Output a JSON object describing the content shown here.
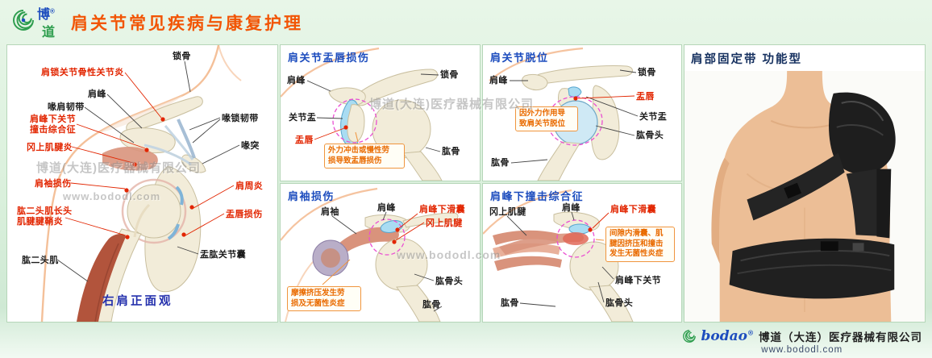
{
  "page": {
    "title": "肩关节常见疾病与康复护理",
    "accent_color": "#f25505",
    "bg_color": "#daf0dc"
  },
  "logo": {
    "char_top": "博",
    "char_bottom": "道",
    "reg": "®"
  },
  "watermarks": {
    "company": "博道(大连)医疗器械有限公司",
    "website": "www.bododl.com"
  },
  "main_panel": {
    "caption": "右肩正面观",
    "labels": [
      {
        "text": "锁骨",
        "type": "black"
      },
      {
        "text": "肩锁关节骨性关节炎",
        "type": "red"
      },
      {
        "text": "肩峰",
        "type": "black"
      },
      {
        "text": "喙肩韧带",
        "type": "black"
      },
      {
        "text": "肩峰下关节\n撞击综合征",
        "type": "red"
      },
      {
        "text": "喙锁韧带",
        "type": "black"
      },
      {
        "text": "冈上肌腱炎",
        "type": "red"
      },
      {
        "text": "喙突",
        "type": "black"
      },
      {
        "text": "肩袖损伤",
        "type": "red"
      },
      {
        "text": "肩周炎",
        "type": "red"
      },
      {
        "text": "肱二头肌长头\n肌腱腱鞘炎",
        "type": "red"
      },
      {
        "text": "盂唇损伤",
        "type": "red"
      },
      {
        "text": "肱二头肌",
        "type": "black"
      },
      {
        "text": "盂肱关节囊",
        "type": "black"
      }
    ]
  },
  "panel_labrum": {
    "title": "肩关节盂唇损伤",
    "labels": [
      {
        "text": "肩峰",
        "type": "black"
      },
      {
        "text": "锁骨",
        "type": "black"
      },
      {
        "text": "关节盂",
        "type": "black"
      },
      {
        "text": "盂唇",
        "type": "red"
      },
      {
        "text": "肱骨",
        "type": "black"
      }
    ],
    "note": "外力冲击或慢性劳\n损导致盂唇损伤"
  },
  "panel_dislocation": {
    "title": "肩关节脱位",
    "labels": [
      {
        "text": "肩峰",
        "type": "black"
      },
      {
        "text": "锁骨",
        "type": "black"
      },
      {
        "text": "盂唇",
        "type": "red"
      },
      {
        "text": "关节盂",
        "type": "black"
      },
      {
        "text": "肱骨头",
        "type": "black"
      },
      {
        "text": "肱骨",
        "type": "black"
      }
    ],
    "note": "因外力作用导\n致肩关节脱位"
  },
  "panel_rotator_cuff": {
    "title": "肩袖损伤",
    "labels": [
      {
        "text": "肩袖",
        "type": "black"
      },
      {
        "text": "肩峰",
        "type": "black"
      },
      {
        "text": "肩峰下滑囊",
        "type": "red"
      },
      {
        "text": "冈上肌腱",
        "type": "red"
      },
      {
        "text": "肱骨头",
        "type": "black"
      },
      {
        "text": "肱骨",
        "type": "black"
      }
    ],
    "note": "摩擦挤压发生劳\n损及无菌性炎症"
  },
  "panel_impingement": {
    "title": "肩峰下撞击综合征",
    "labels": [
      {
        "text": "冈上肌腱",
        "type": "black"
      },
      {
        "text": "肩峰",
        "type": "black"
      },
      {
        "text": "肩峰下滑囊",
        "type": "red"
      },
      {
        "text": "肩峰下关节",
        "type": "black"
      },
      {
        "text": "肱骨头",
        "type": "black"
      },
      {
        "text": "肱骨",
        "type": "black"
      }
    ],
    "note": "间隙内滑囊、肌\n腱因挤压和撞击\n发生无菌性炎症"
  },
  "brace_panel": {
    "title": "肩部固定带 功能型"
  },
  "footer": {
    "brand": "bodao",
    "reg": "®",
    "company": "博道（大连）医疗器械有限公司",
    "website": "www.bododl.com"
  }
}
